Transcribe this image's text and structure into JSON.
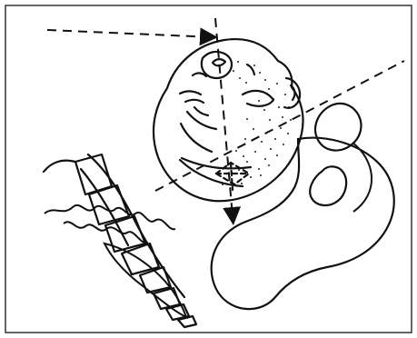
{
  "figure": {
    "colors": {
      "background": "#ffffff",
      "line": "#111111",
      "stipple": "#222222",
      "frame": "#333333"
    },
    "elements": [
      "border-frame",
      "fetal-head",
      "sacral-spine",
      "pubic-symphysis-outline",
      "pelvic-soft-tissue-outline",
      "horizontal-dashed-line",
      "vertical-dashed-arrow",
      "oblique-dashed-line"
    ]
  }
}
